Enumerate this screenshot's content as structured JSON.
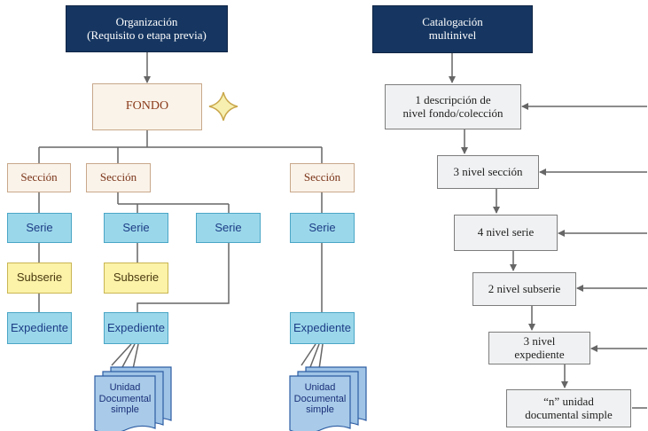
{
  "left": {
    "header": "Organización\n(Requisito o etapa previa)",
    "fondo": "FONDO",
    "seccion_1": "Sección",
    "seccion_2": "Sección",
    "seccion_3": "Sección",
    "serie_1": "Serie",
    "serie_2": "Serie",
    "serie_3": "Serie",
    "serie_4": "Serie",
    "subserie_1": "Subserie",
    "subserie_2": "Subserie",
    "expediente_1": "Expediente",
    "expediente_2": "Expediente",
    "expediente_3": "Expediente",
    "documento_1": "Unidad\nDocumental\nsimple",
    "documento_2": "Unidad\nDocumental\nsimple"
  },
  "right": {
    "header": "Catalogación\nmultinivel",
    "level_1": "1 descripción de\nnivel fondo/colección",
    "level_2": "3 nivel sección",
    "level_3": "4 nivel serie",
    "level_4": "2 nivel subserie",
    "level_5": "3 nivel\nexpediente",
    "level_6": "“n” unidad\ndocumental simple"
  },
  "colors": {
    "navy": "#163661",
    "fondo_fill": "#faf3ea",
    "serie_fill": "#9bd7ea",
    "subserie_fill": "#fcf2a8",
    "level_fill": "#f0f1f2",
    "connector": "#666666",
    "star": "#f6efb0"
  },
  "icons": {
    "fondo_marker": "star-icon"
  }
}
